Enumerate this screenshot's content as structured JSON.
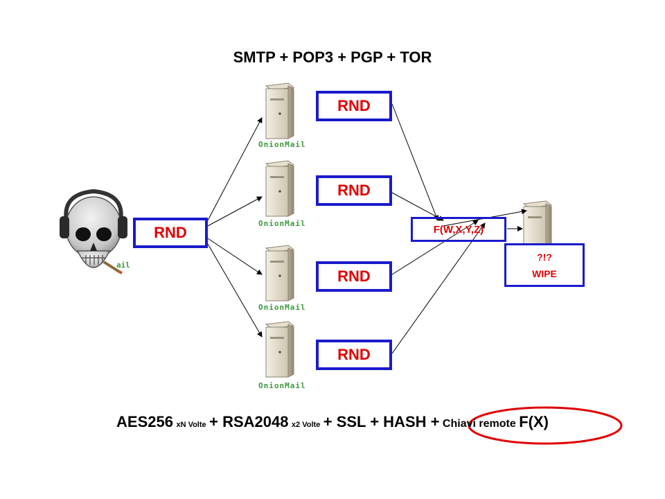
{
  "title": "SMTP + POP3 + PGP + TOR",
  "sender": {
    "rnd_label": "RND",
    "partial_label": "ail"
  },
  "servers": [
    {
      "name": "OnionMail",
      "rnd_label": "RND"
    },
    {
      "name": "OnionMail",
      "rnd_label": "RND"
    },
    {
      "name": "OnionMail",
      "rnd_label": "RND"
    },
    {
      "name": "OnionMail",
      "rnd_label": "RND"
    }
  ],
  "function_box": {
    "label": "F(W,X,Y,Z)"
  },
  "destination": {
    "line1": "?!?",
    "line2": "WIPE"
  },
  "footer": {
    "part1": "AES256",
    "part1_sub": "xN Volte",
    "part2": "+ RSA2048",
    "part2_sub": "x2 Volte",
    "part3": "+ SSL + HASH +",
    "highlight_small": "Chiavi remote",
    "highlight_big": "F(X)"
  },
  "colors": {
    "box_border": "#1a1acc",
    "box_text": "#e00000",
    "highlight_ellipse": "#e00000",
    "server_label": "#3a9a3a"
  }
}
